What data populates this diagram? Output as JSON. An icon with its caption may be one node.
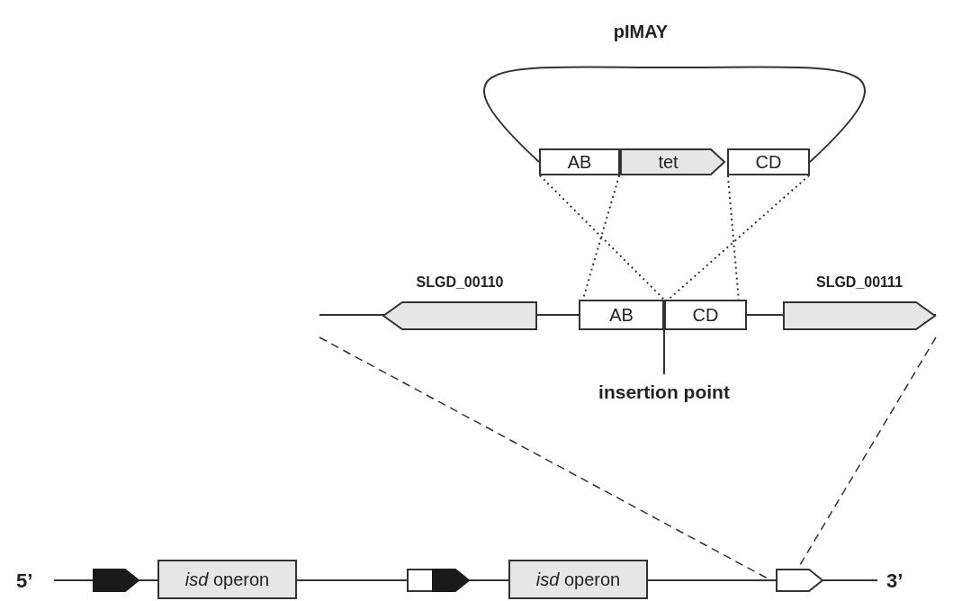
{
  "diagram": {
    "nodes": [
      {
        "text": [
          "AB"
        ]
      },
      {
        "text": [
          "tet"
        ]
      },
      {
        "text": [
          "CD"
        ]
      },
      {
        "text": [
          "SLGD_00110"
        ]
      },
      {
        "text": [
          "AB"
        ]
      },
      {
        "text": [
          "CD"
        ]
      },
      {
        "text": [
          "SLGD_00111"
        ]
      },
      {
        "text": [
          "insertion point"
        ]
      },
      {
        "text": [],
        "shape": "arrow"
      },
      {
        "text": [
          "*isd* operon"
        ]
      },
      {
        "text": [],
        "shape": "arrow"
      },
      {
        "text": [
          "*isd* operon"
        ]
      },
      {
        "text": [],
        "shape": "arrow"
      }
    ],
    "edges": [
      {
        "from": 0,
        "to": 2,
        "arrow": "none"
      },
      {
        "from": 0,
        "to": 4,
        "arrow": "none",
        "style": "dashed"
      },
      {
        "from": 0,
        "to": 4,
        "arrow": "none",
        "style": "dashed"
      },
      {
        "from": 2,
        "to": 5,
        "arrow": "none",
        "style": "dashed"
      },
      {
        "from": 2,
        "to": 5,
        "arrow": "none",
        "style": "dashed"
      },
      {
        "from": 7,
        "to": 5,
        "arrow": "none"
      }
    ],
    "labels": [
      "pIMAY",
      "5’",
      "3’"
    ]
  }
}
